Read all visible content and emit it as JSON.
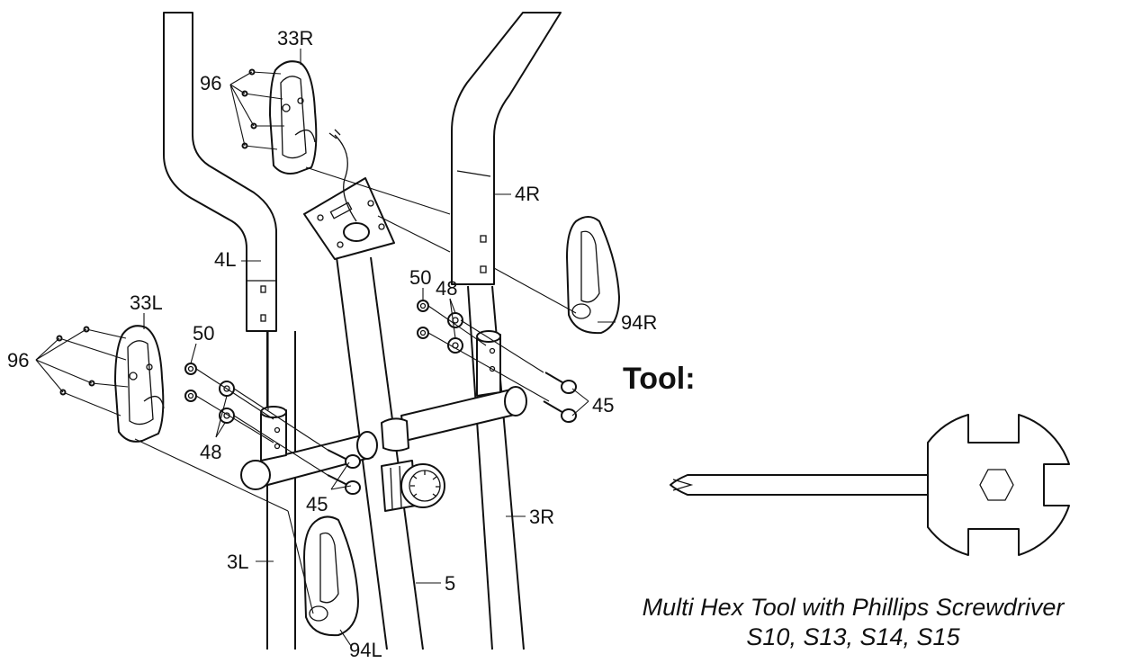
{
  "labels": {
    "l33R": "33R",
    "l33L": "33L",
    "l96a": "96",
    "l96b": "96",
    "l4R": "4R",
    "l4L": "4L",
    "l50a": "50",
    "l50b": "50",
    "l48a": "48",
    "l48b": "48",
    "l94R": "94R",
    "l94L": "94L",
    "l45a": "45",
    "l45b": "45",
    "l3R": "3R",
    "l3L": "3L",
    "l5": "5"
  },
  "tool": {
    "title": "Tool:",
    "caption_line1": "Multi Hex Tool with Phillips Screwdriver",
    "caption_line2": "S10, S13, S14, S15"
  }
}
